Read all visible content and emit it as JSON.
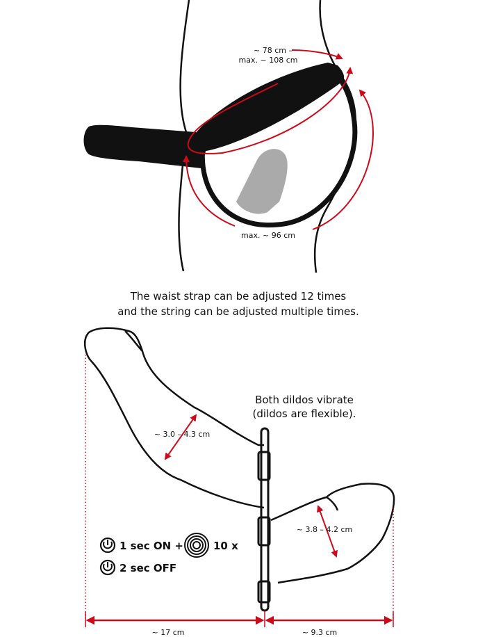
{
  "colors": {
    "ink": "#111111",
    "accent": "#cc0a1a",
    "strap_grey": "#707070",
    "inner_grey": "#aaaaaa"
  },
  "top": {
    "waist_label_line1": "~ 78 cm –",
    "waist_label_line2": "max. ~ 108 cm",
    "string_label": "max. ~ 96 cm",
    "caption_line1": "The waist strap can be adjusted 12 times",
    "caption_line2": "and the string can be adjusted multiple times."
  },
  "bottom": {
    "vibrate_line1": "Both dildos vibrate",
    "vibrate_line2": "(dildos are flexible).",
    "diameter_large": "~ 3.0 – 4.3 cm",
    "diameter_small": "~ 3.8 – 4.2 cm",
    "length_large": "~ 17 cm",
    "length_small": "~ 9.3 cm",
    "control_on": "1 sec ON +",
    "control_modes": "10 x",
    "control_off": "2 sec OFF",
    "icons": [
      "power-icon",
      "vibration-rings-icon"
    ]
  }
}
